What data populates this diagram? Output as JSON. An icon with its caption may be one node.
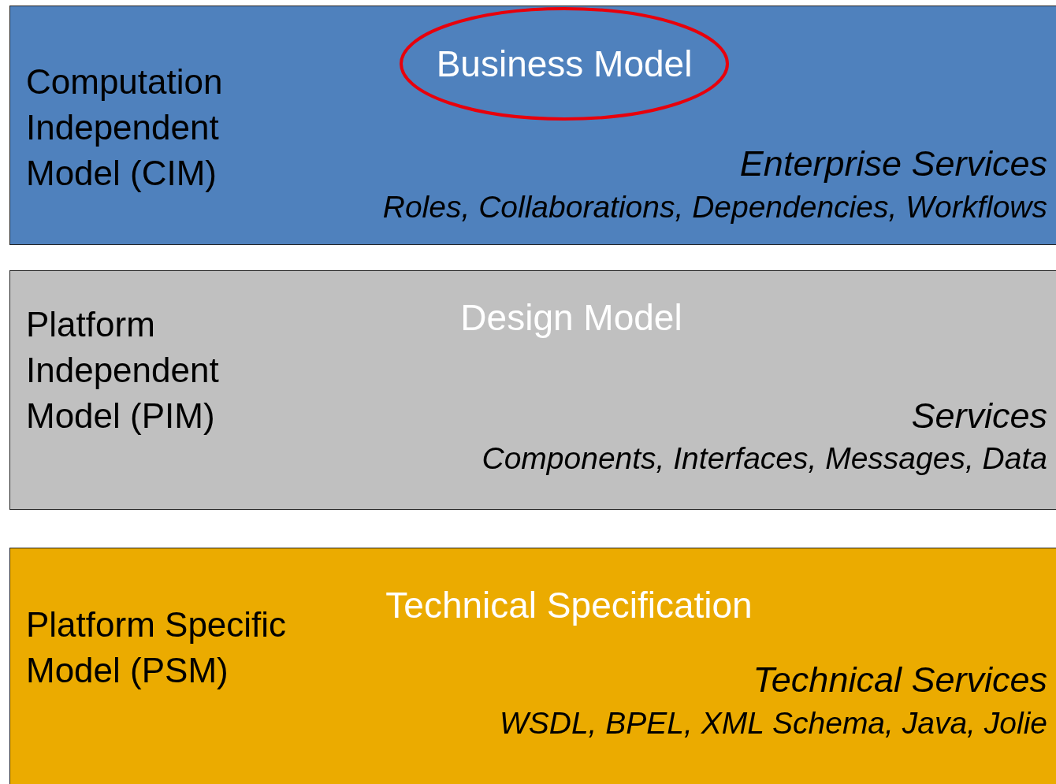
{
  "diagram": {
    "nodes": [
      {
        "text": [
          "Computation Independent Model (CIM)",
          "Enterprise Services",
          "Roles, Collaborations, Dependencies, Workflows"
        ]
      },
      {
        "text": [
          "Business Model"
        ],
        "in": 0
      },
      {
        "text": [
          "Platform Independent Model (PIM)",
          "Design Model",
          "Services",
          "Components, Interfaces, Messages, Data"
        ]
      },
      {
        "text": [
          "Platform Specific Model (PSM)",
          "Technical Specification",
          "Technical Services",
          "WSDL, BPEL, XML Schema, Java, Jolie"
        ]
      }
    ]
  }
}
